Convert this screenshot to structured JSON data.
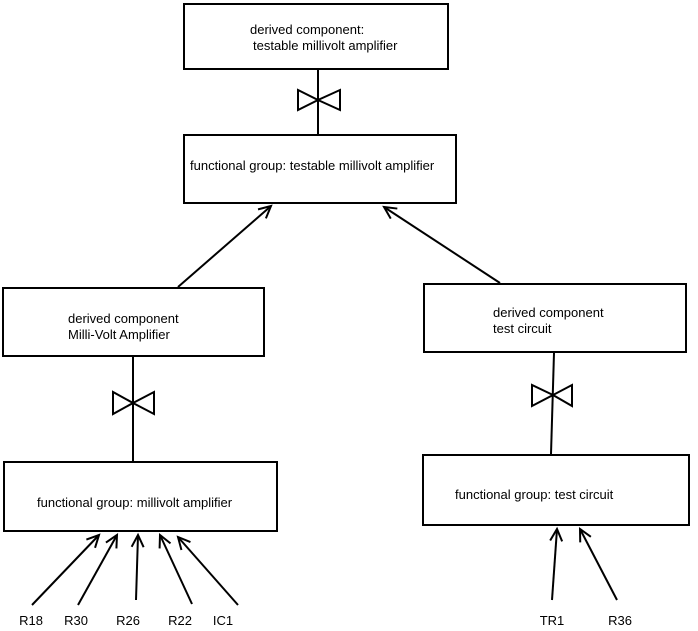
{
  "colors": {
    "background": "#ffffff",
    "line": "#000000",
    "text": "#000000"
  },
  "nodes": {
    "derived_testable": {
      "line1": "derived component:",
      "line2": "testable millivolt amplifier"
    },
    "fg_testable": {
      "label": "functional group: testable millivolt amplifier"
    },
    "derived_mv": {
      "line1": "derived component",
      "line2": "Milli-Volt Amplifier"
    },
    "derived_tc": {
      "line1": "derived component",
      "line2": "test circuit"
    },
    "fg_mv": {
      "label": "functional group: millivolt amplifier"
    },
    "fg_tc": {
      "label": "functional group: test circuit"
    }
  },
  "components": {
    "millivolt_amplifier": [
      "R18",
      "R30",
      "R26",
      "R22",
      "IC1"
    ],
    "test_circuit": [
      "TR1",
      "R36"
    ]
  }
}
